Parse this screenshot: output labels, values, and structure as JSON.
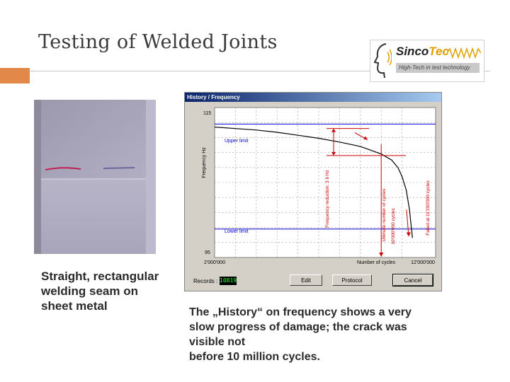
{
  "slide": {
    "title": "Testing of Welded Joints",
    "left_caption": "Straight, rectangular welding seam on sheet metal",
    "right_caption_lines": [
      "The „History“ on frequency shows a very",
      "slow progress of damage; the crack was",
      "visible not",
      "before 10 million cycles."
    ]
  },
  "logo": {
    "brand_main": "Sinco",
    "brand_accent": "Tec",
    "tagline": "High-Tech in test technology",
    "accent_color": "#e0a000"
  },
  "window": {
    "title": "History / Frequency",
    "records_label": "Records :",
    "records_value": "10819",
    "buttons": {
      "edit": "Edit",
      "protocol": "Protocol",
      "cancel": "Cancel"
    }
  },
  "chart_data": {
    "type": "line",
    "ylabel": "Frequency Hz",
    "xlabel": "Number of cycles",
    "xlim": [
      2000000,
      12000000
    ],
    "ylim": [
      95,
      115
    ],
    "x_tick_labels": [
      "2'000'000",
      "12'000'000"
    ],
    "y_tick_labels": [
      "115",
      "95"
    ],
    "upper_limit": {
      "label": "Upper limit",
      "value": 112.8
    },
    "lower_limit": {
      "label": "Lower limit",
      "value": 98.8
    },
    "series": [
      {
        "x": [
          2000000,
          3000000,
          4000000,
          5000000,
          6000000,
          7000000,
          8000000,
          9000000,
          10000000,
          10500000,
          10800000,
          11000000,
          11200000,
          11350000,
          11500000
        ],
        "y": [
          112.4,
          112.2,
          112.0,
          111.7,
          111.3,
          110.9,
          110.4,
          109.8,
          108.8,
          108.0,
          107.0,
          105.8,
          104.0,
          101.5,
          97.6
        ]
      }
    ],
    "annotations": [
      {
        "text": "Frequency reduction: 3.6 Hz"
      },
      {
        "text": "Ultimate number of cycles"
      },
      {
        "text": "10'000'000 cycles"
      },
      {
        "text": "Failed at 11'200'000 cycles"
      }
    ],
    "colors": {
      "curve": "#000000",
      "limits": "#0000cc",
      "annotation": "#cc0000"
    },
    "grid": true
  }
}
